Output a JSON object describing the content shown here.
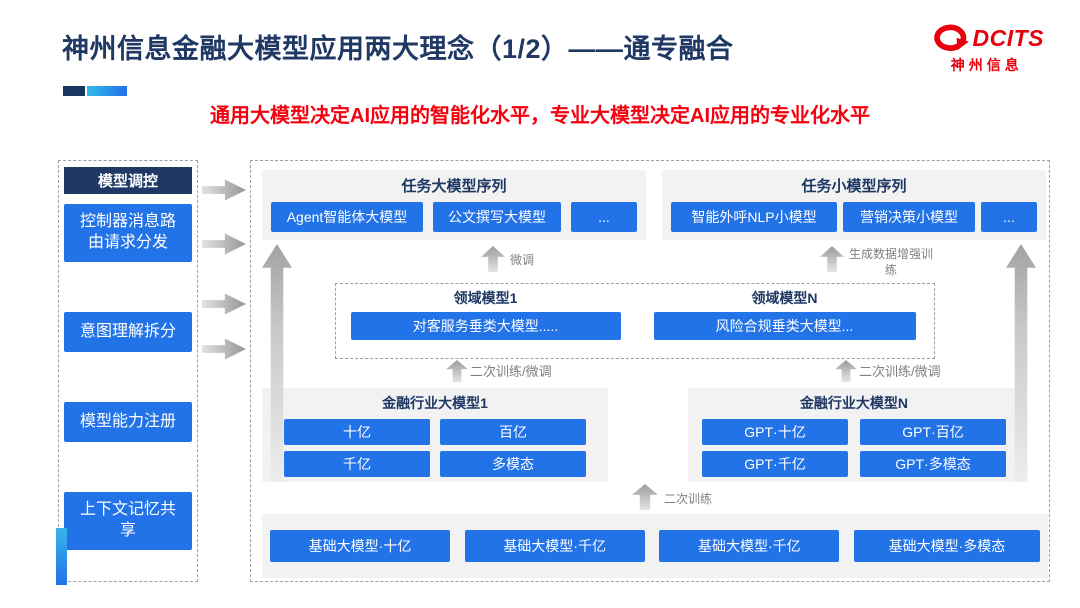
{
  "slide": {
    "title": "神州信息金融大模型应用两大理念（1/2）——通专融合",
    "subtitle": "通用大模型决定AI应用的智能化水平，专业大模型决定AI应用的专业化水平"
  },
  "logo": {
    "brand": "DCITS",
    "company": "神州信息"
  },
  "sidebar": {
    "header": "模型调控",
    "items": [
      {
        "label": "控制器消息路由请求分发"
      },
      {
        "label": "意图理解拆分"
      },
      {
        "label": "模型能力注册"
      },
      {
        "label": "上下文记忆共享"
      }
    ]
  },
  "task_large": {
    "title": "任务大模型序列",
    "items": [
      "Agent智能体大模型",
      "公文撰写大模型",
      "..."
    ]
  },
  "task_small": {
    "title": "任务小模型序列",
    "items": [
      "智能外呼NLP小模型",
      "营销决策小模型",
      "..."
    ]
  },
  "domain": {
    "left": {
      "title": "领域模型1",
      "model": "对客服务垂类大模型....."
    },
    "right": {
      "title": "领域模型N",
      "model": "风险合规垂类大模型..."
    }
  },
  "industry_left": {
    "title": "金融行业大模型1",
    "items": [
      "十亿",
      "百亿",
      "千亿",
      "多模态"
    ]
  },
  "industry_right": {
    "title": "金融行业大模型N",
    "items": [
      "GPT·十亿",
      "GPT·百亿",
      "GPT·千亿",
      "GPT·多模态"
    ]
  },
  "base": {
    "items": [
      "基础大模型·十亿",
      "基础大模型·千亿",
      "基础大模型·千亿",
      "基础大模型·多模态"
    ]
  },
  "labels": {
    "fine_tune": "微调",
    "gen_data_train": "生成数据增强训练",
    "retrain_ft_left": "二次训练/微调",
    "retrain_ft_right": "二次训练/微调",
    "retrain": "二次训练"
  },
  "colors": {
    "accent_blue": "#2272E8",
    "navy": "#1F3864",
    "red": "#E8000D",
    "panel_gray": "#F2F2F2",
    "label_gray": "#7F7F7F"
  }
}
